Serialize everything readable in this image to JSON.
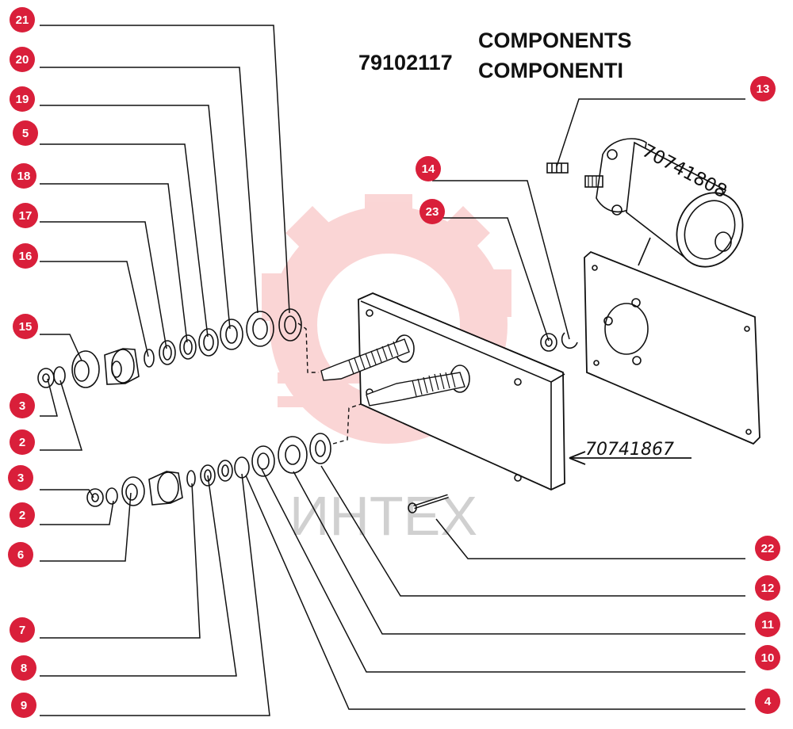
{
  "diagram": {
    "part_number": "79102117",
    "title_en": "COMPONENTS",
    "title_it": "COMPONENTI",
    "watermark": "ИНТЕХ",
    "plate_code": "70741867",
    "motor_code": "70741808",
    "badge_color": "#d91f3a",
    "line_color": "#111111",
    "callouts": [
      {
        "label": "21",
        "side": "left"
      },
      {
        "label": "20",
        "side": "left"
      },
      {
        "label": "19",
        "side": "left"
      },
      {
        "label": "5",
        "side": "left"
      },
      {
        "label": "18",
        "side": "left"
      },
      {
        "label": "17",
        "side": "left"
      },
      {
        "label": "16",
        "side": "left"
      },
      {
        "label": "15",
        "side": "left"
      },
      {
        "label": "3",
        "side": "left"
      },
      {
        "label": "2",
        "side": "left"
      },
      {
        "label": "3",
        "side": "left"
      },
      {
        "label": "2",
        "side": "left"
      },
      {
        "label": "6",
        "side": "left"
      },
      {
        "label": "7",
        "side": "left"
      },
      {
        "label": "8",
        "side": "left"
      },
      {
        "label": "9",
        "side": "left"
      },
      {
        "label": "13",
        "side": "right"
      },
      {
        "label": "14",
        "side": "center"
      },
      {
        "label": "23",
        "side": "center"
      },
      {
        "label": "22",
        "side": "right"
      },
      {
        "label": "12",
        "side": "right"
      },
      {
        "label": "11",
        "side": "right"
      },
      {
        "label": "10",
        "side": "right"
      },
      {
        "label": "4",
        "side": "right"
      }
    ]
  }
}
